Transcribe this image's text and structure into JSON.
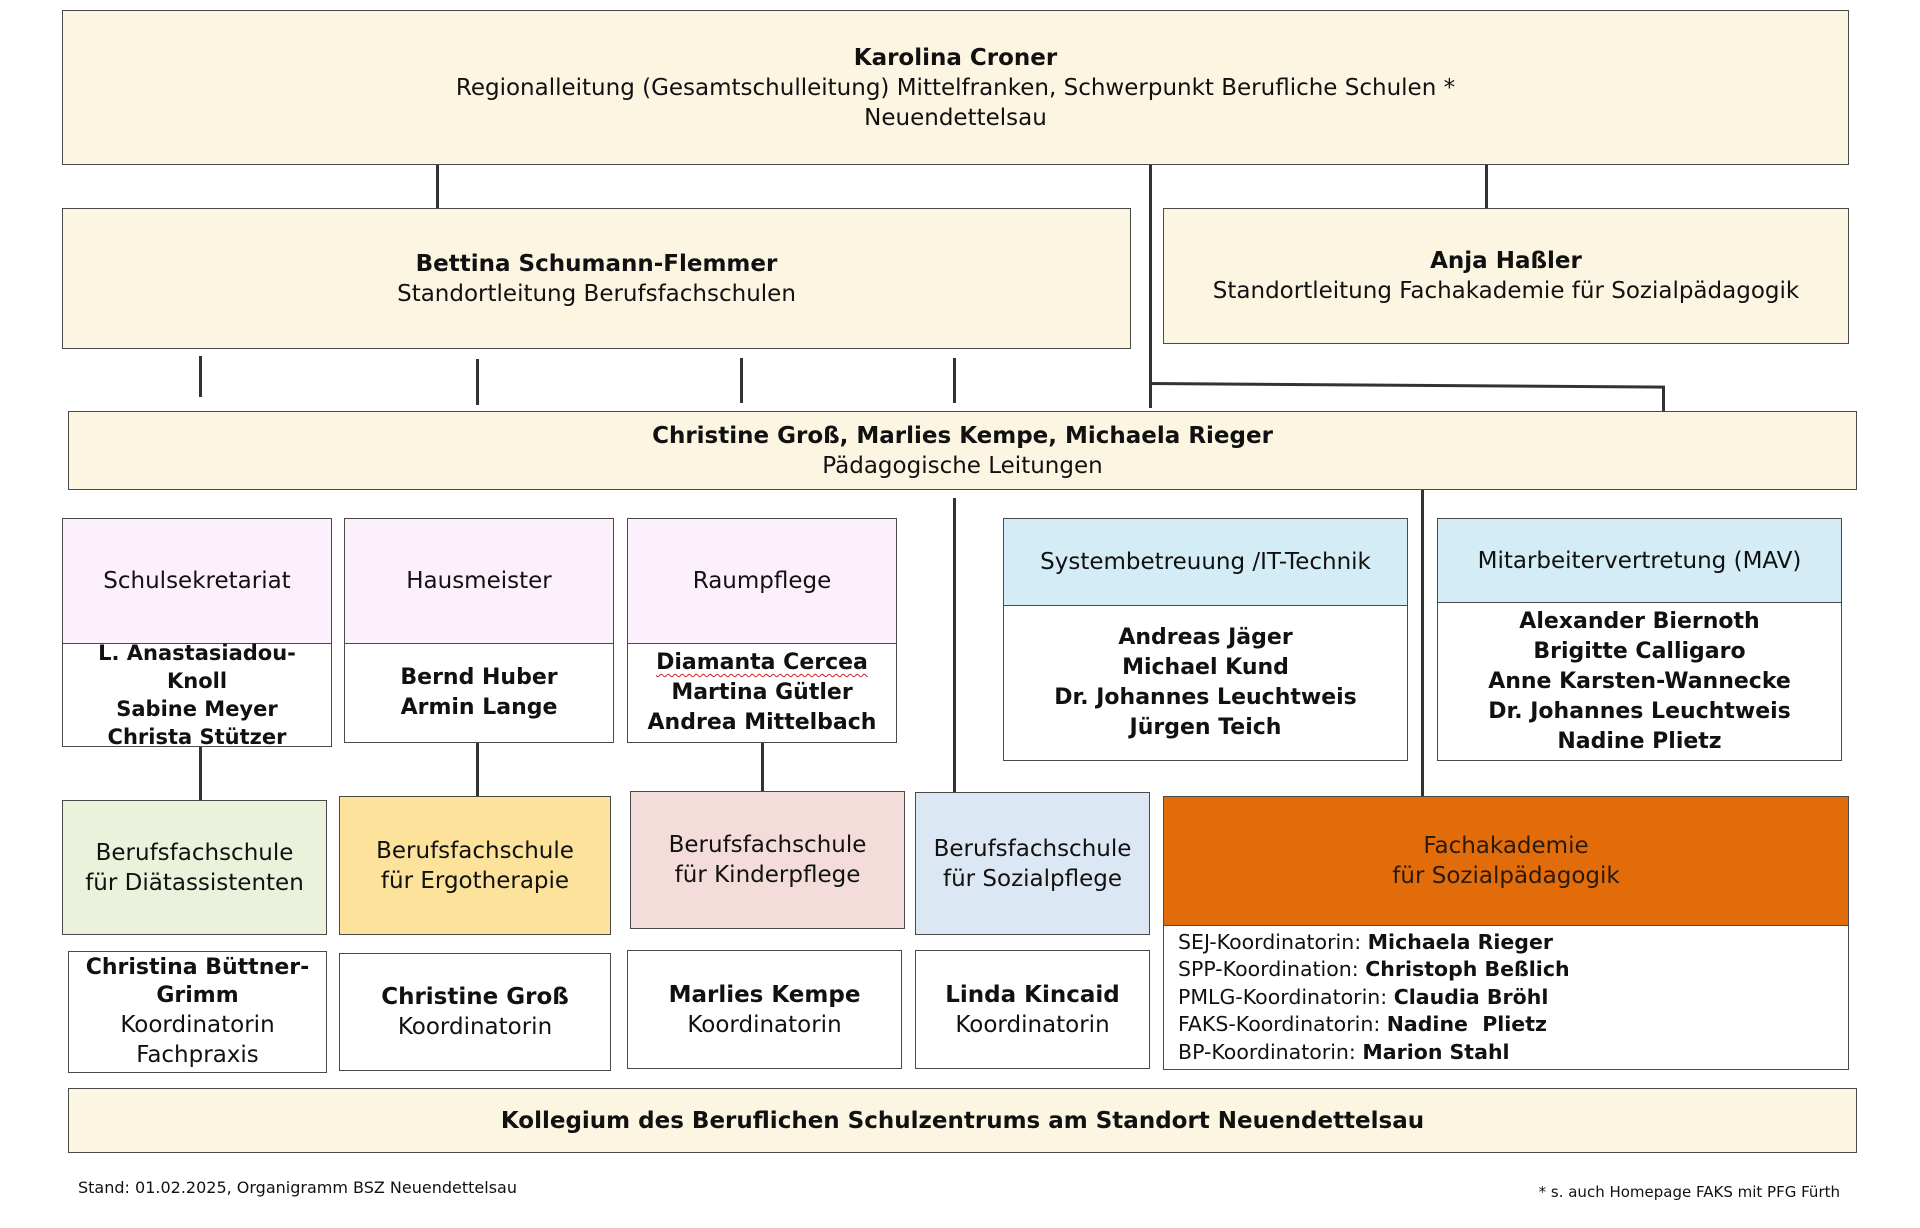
{
  "top": {
    "name": "Karolina Croner",
    "role": "Regionalleitung (Gesamtschulleitung) Mittelfranken, Schwerpunkt Berufliche Schulen *",
    "location": "Neuendettelsau"
  },
  "standort_bfs": {
    "name": "Bettina Schumann-Flemmer",
    "role": "Standortleitung Berufsfachschulen"
  },
  "standort_faks": {
    "name": "Anja Haßler",
    "role": "Standortleitung Fachakademie für Sozialpädagogik"
  },
  "paed": {
    "names": "Christine Groß, Marlies Kempe, Michaela Rieger",
    "role": "Pädagogische Leitungen"
  },
  "services": [
    {
      "title": "Schulsekretariat",
      "people": [
        "L. Anastasiadou-Knoll",
        "Sabine Meyer",
        "Christa Stützer"
      ]
    },
    {
      "title": "Hausmeister",
      "people": [
        "Bernd Huber",
        "Armin Lange"
      ]
    },
    {
      "title": "Raumpflege",
      "people": [
        "Diamanta Cercea",
        "Martina Gütler",
        "Andrea Mittelbach"
      ]
    },
    {
      "title": "Systembetreuung /IT-Technik",
      "people": [
        "Andreas Jäger",
        "Michael Kund",
        "Dr. Johannes Leuchtweis",
        "Jürgen Teich"
      ]
    },
    {
      "title": "Mitarbeitervertretung (MAV)",
      "people": [
        "Alexander Biernoth",
        "Brigitte Calligaro",
        "Anne Karsten-Wannecke",
        "Dr. Johannes Leuchtweis",
        "Nadine Plietz"
      ]
    }
  ],
  "schools": [
    {
      "line1": "Berufsfachschule",
      "line2": "für Diätassistenten",
      "coord_name": "Christina Büttner-Grimm",
      "coord_role": "Koordinatorin Fachpraxis"
    },
    {
      "line1": "Berufsfachschule",
      "line2": "für Ergotherapie",
      "coord_name": "Christine Groß",
      "coord_role": "Koordinatorin"
    },
    {
      "line1": "Berufsfachschule",
      "line2": "für Kinderpflege",
      "coord_name": "Marlies Kempe",
      "coord_role": "Koordinatorin"
    },
    {
      "line1": "Berufsfachschule",
      "line2": "für Sozialpflege",
      "coord_name": "Linda Kincaid",
      "coord_role": "Koordinatorin"
    }
  ],
  "faks": {
    "line1": "Fachakademie",
    "line2": "für Sozialpädagogik",
    "coordinators": [
      {
        "label": "SEJ-Koordinatorin:",
        "name": "Michaela Rieger"
      },
      {
        "label": "SPP-Koordination:",
        "name": "Christoph Beßlich"
      },
      {
        "label": "PMLG-Koordinatorin:",
        "name": "Claudia Bröhl"
      },
      {
        "label": "FAKS-Koordinatorin:",
        "name": "Nadine  Plietz"
      },
      {
        "label": "BP-Koordinatorin:",
        "name": "Marion Stahl"
      }
    ]
  },
  "kollegium": "Kollegium des Beruflichen Schulzentrums am Standort Neuendettelsau",
  "footer": {
    "stand": "Stand: 01.02.2025, Organigramm  BSZ Neuendettelsau",
    "note": "* s. auch Homepage FAKS mit PFG Fürth"
  },
  "colors": {
    "cream": "#fcf5e2",
    "services_header": "#fbf0fb",
    "it_header": "#d4ecf5",
    "diaet": "#ebf2dc",
    "ergo": "#fde29b",
    "kinder": "#f4dcdb",
    "sozial": "#dce7f4",
    "faks": "#e36c0a"
  }
}
